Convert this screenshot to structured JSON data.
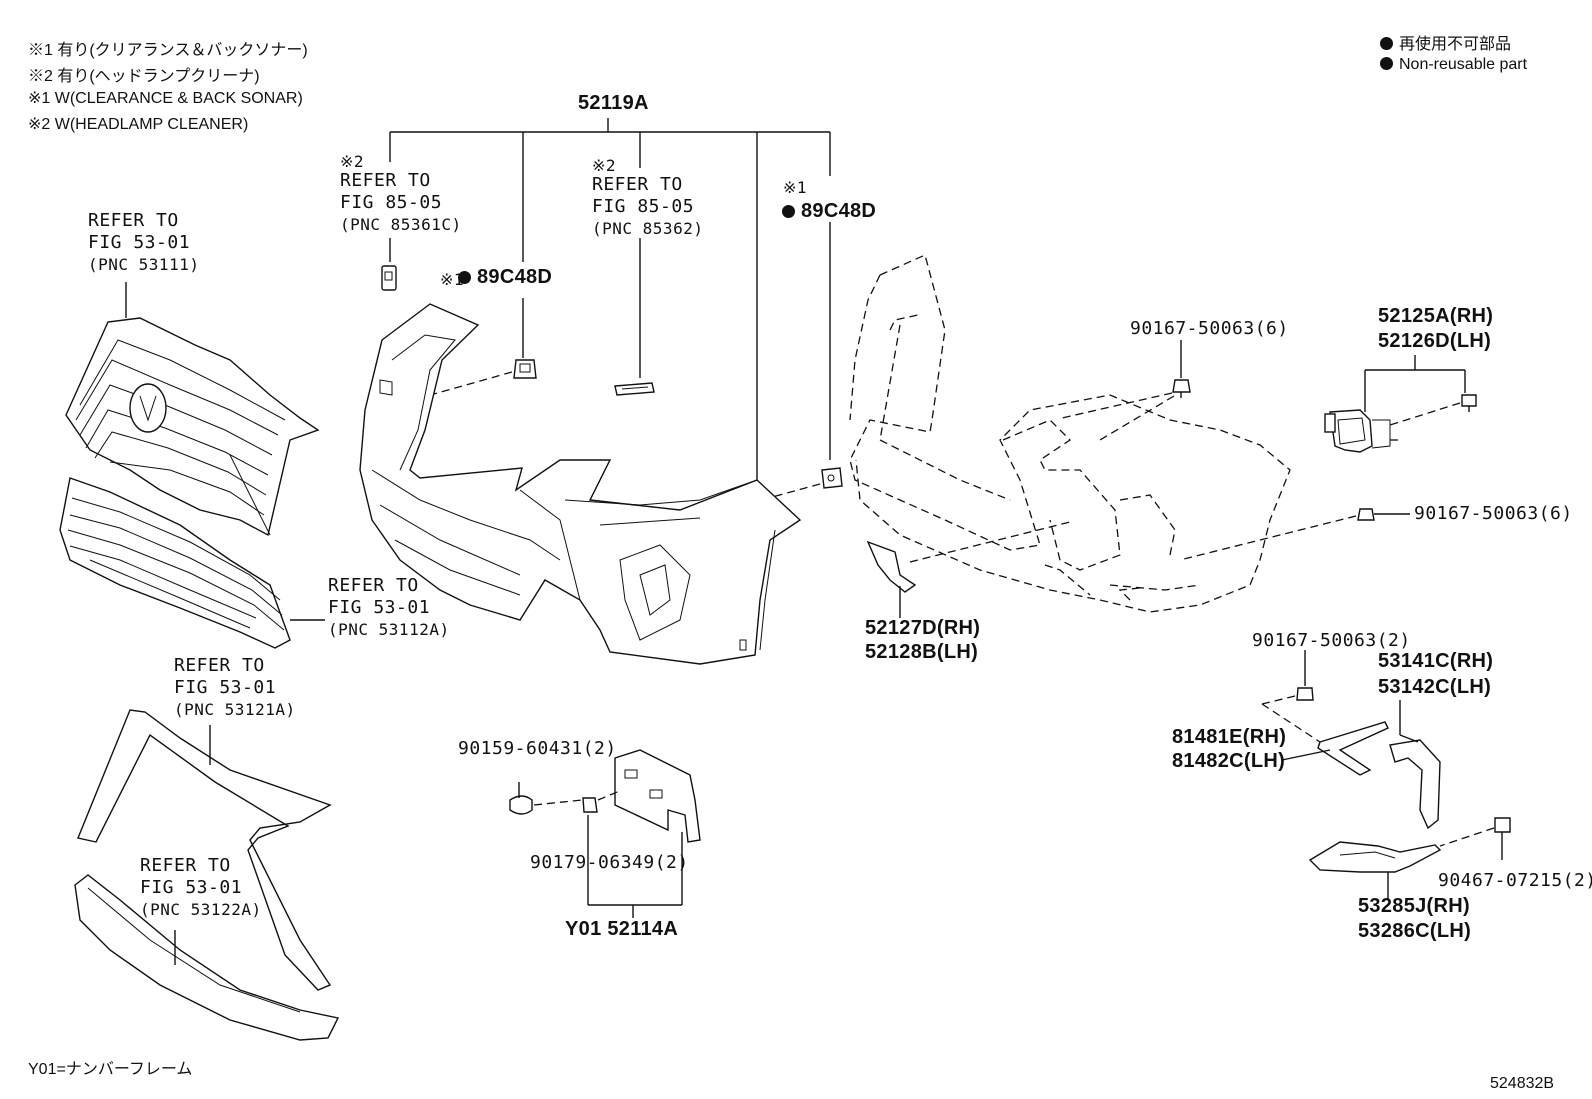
{
  "notes": {
    "jp1": "※1 有り(クリアランス＆バックソナー)",
    "jp2": "※2 有り(ヘッドランプクリーナ)",
    "en1": "※1 W(CLEARANCE & BACK SONAR)",
    "en2": "※2 W(HEADLAMP CLEANER)"
  },
  "legend": {
    "jp": "再使用不可部品",
    "en": "Non-reusable part"
  },
  "footer": {
    "y01": "Y01=ナンバーフレーム",
    "drawing_number": "524832B"
  },
  "refs": {
    "grille_upper": [
      "REFER TO",
      "FIG 53-01",
      "(PNC 53111)"
    ],
    "grille_lower": [
      "REFER TO",
      "FIG 53-01",
      "(PNC 53112A)"
    ],
    "mould_upper": [
      "REFER TO",
      "FIG 53-01",
      "(PNC 53121A)"
    ],
    "mould_lower": [
      "REFER TO",
      "FIG 53-01",
      "(PNC 53122A)"
    ],
    "cleaner_left": [
      "※2",
      "REFER TO",
      "FIG 85-05",
      "(PNC 85361C)"
    ],
    "cleaner_right": [
      "※2",
      "REFER TO",
      "FIG 85-05",
      "(PNC 85362)"
    ]
  },
  "parts": {
    "p52119a": "52119A",
    "sonar_top_mark": "※1",
    "sonar_top": "89C48D",
    "sonar_left_mark": "※1",
    "sonar_left": "89C48D",
    "p90167_a": "90167-50063(6)",
    "p52125a": "52125A(RH)",
    "p52126d": "52126D(LH)",
    "p90167_b": "90167-50063(6)",
    "p52127d": "52127D(RH)",
    "p52128b": "52128B(LH)",
    "p90167_c": "90167-50063(2)",
    "p53141c": "53141C(RH)",
    "p53142c": "53142C(LH)",
    "p81481e": "81481E(RH)",
    "p81482c": "81482C(LH)",
    "p90467": "90467-07215(2)",
    "p53285j": "53285J(RH)",
    "p53286c": "53286C(LH)",
    "p90159": "90159-60431(2)",
    "p90179": "90179-06349(2)",
    "p52114a": "Y01 52114A"
  }
}
